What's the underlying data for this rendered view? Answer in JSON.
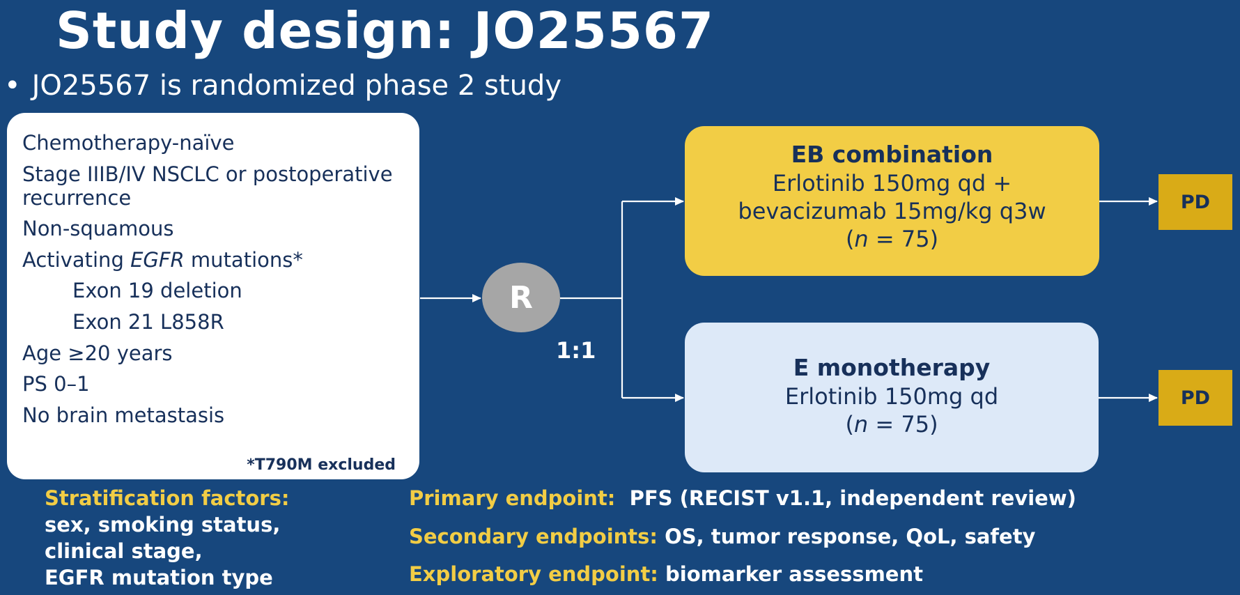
{
  "title": "Study design: JO25567",
  "bullet": "JO25567 is randomized phase 2 study",
  "criteria": {
    "items": [
      {
        "text": "Chemotherapy-naïve"
      },
      {
        "text": "Stage IIIB/IV NSCLC or postoperative"
      },
      {
        "text": "recurrence"
      },
      {
        "text": "Non-squamous"
      },
      {
        "pre": "Activating ",
        "em": "EGFR",
        "post": " mutations*"
      },
      {
        "text": "Exon 19 deletion"
      },
      {
        "text": "Exon 21 L858R"
      },
      {
        "text": "Age ≥20 years"
      },
      {
        "text": "PS 0–1"
      },
      {
        "text": "No brain metastasis"
      }
    ],
    "footnote": "*T790M excluded"
  },
  "randomization": {
    "label": "R",
    "ratio": "1:1"
  },
  "arms": [
    {
      "name": "EB combination",
      "lines": [
        "Erlotinib 150mg qd +",
        "bevacizumab 15mg/kg q3w"
      ],
      "n_pre": "(",
      "n_em": "n",
      "n_post": " = 75)",
      "outcome": "PD",
      "color": "#f2cd45"
    },
    {
      "name": "E monotherapy",
      "lines": [
        "Erlotinib 150mg qd"
      ],
      "n_pre": "(",
      "n_em": "n",
      "n_post": " = 75)",
      "outcome": "PD",
      "color": "#dde9f8"
    }
  ],
  "stratification": {
    "label": "Stratification factors:",
    "lines": [
      "sex, smoking status,",
      "clinical stage,",
      "EGFR mutation type"
    ]
  },
  "endpoints": [
    {
      "label": "Primary endpoint:",
      "value": "  PFS (RECIST v1.1, independent review)"
    },
    {
      "label": "Secondary endpoints:",
      "value": " OS, tumor response, QoL, safety"
    },
    {
      "label": "Exploratory endpoint:",
      "value": " biomarker assessment"
    }
  ],
  "colors": {
    "background": "#17477d",
    "accent_yellow": "#f2cd45",
    "pd_box": "#d9ab17",
    "text_dark": "#17305a"
  }
}
